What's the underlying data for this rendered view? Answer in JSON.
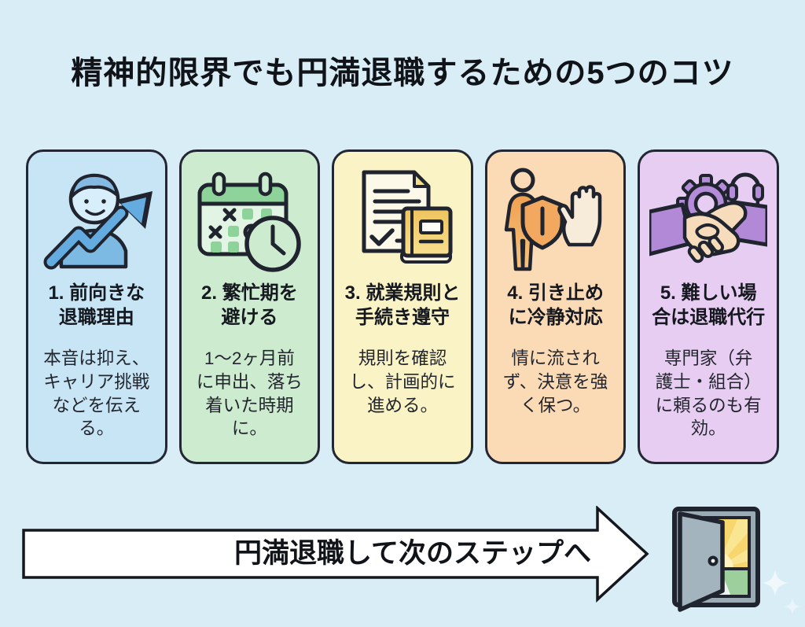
{
  "header": {
    "title": "精神的限界でも円満退職するための5つのコツ"
  },
  "cards": [
    {
      "icon": "person-growth-arrow-icon",
      "title": "1. 前向きな\n退職理由",
      "body": "本音は抑え、\nキャリア挑戦\nなどを伝え\nる。",
      "bg": "#c7e5f4"
    },
    {
      "icon": "calendar-clock-icon",
      "title": "2. 繁忙期を\n避ける",
      "body": "1〜2ヶ月前\nに申出、落ち\n着いた時期\nに。",
      "bg": "#cdebcf"
    },
    {
      "icon": "document-book-icon",
      "title": "3. 就業規則と\n手続き遵守",
      "body": "規則を確認\nし、計画的に\n進める。",
      "bg": "#faf3c5"
    },
    {
      "icon": "person-shield-stop-icon",
      "title": "4. 引き止め\nに冷静対応",
      "body": "情に流され\nず、決意を強\nく保つ。",
      "bg": "#fbdab6"
    },
    {
      "icon": "handshake-support-icon",
      "title": "5. 難しい場\n合は退職代行",
      "body": "専門家（弁\n護士・組合）\nに頼るのも有\n効。",
      "bg": "#e7cdf2"
    }
  ],
  "arrow": {
    "label": "円満退職して次のステップへ",
    "fill": "#ffffff",
    "border": "#14171d"
  },
  "footer_icons": [
    "open-door-icon",
    "sparkle-icon"
  ],
  "colors": {
    "page_bg": "#d9edf7",
    "card_border": "#232733",
    "title_text": "#101318",
    "body_text": "#23262e",
    "card1_accent": "#6cb0df",
    "card2_accent": "#8ed49a",
    "card3_accent": "#eec35c",
    "card4_accent": "#f1a559",
    "card5_accent": "#b289d6",
    "door_gray": "#9aabb5",
    "door_sun": "#f7d66e",
    "door_floor": "#9ccf9b"
  }
}
